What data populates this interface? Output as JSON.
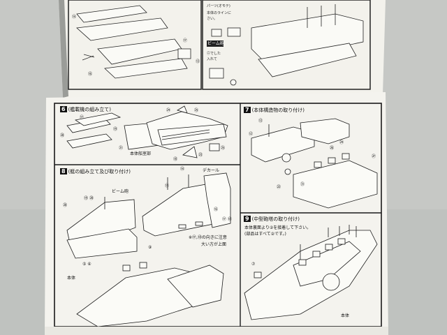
{
  "manual": {
    "top": {
      "beam_tag": "ビーム砲"
    },
    "steps": [
      {
        "number": "6",
        "title": "(艦載機の組み立て)"
      },
      {
        "number": "7",
        "title": "(本体構造物の取り付け)"
      },
      {
        "number": "8",
        "title": "(艇の組み立て及び取り付け)"
      },
      {
        "number": "9",
        "title": "(中型砲塔の取り付け)"
      }
    ],
    "step8_notes": {
      "left_note": "ビーム砲",
      "decal": "デカール",
      "caution": "※⑰,⑱の向きに注意",
      "caution2": "大い方が上面",
      "hull": "本体",
      "part_labels": [
        "⑥",
        "⑦",
        "⑧",
        "⑨",
        "⑩",
        "⑪",
        "⑫",
        "⑬",
        "⑭",
        "⑮",
        "⑯",
        "⑰",
        "⑱"
      ]
    },
    "step9_notes": {
      "line1": "本体裏面より②を接着して下さい。",
      "line2": "(部品はすべて②です。)",
      "hull": "本体"
    },
    "step6_notes": {
      "hull_label": "本体船室部"
    }
  },
  "colors": {
    "paper": "#f4f3ee",
    "ink": "#1a1a1a",
    "table": "#c9cbc8"
  }
}
